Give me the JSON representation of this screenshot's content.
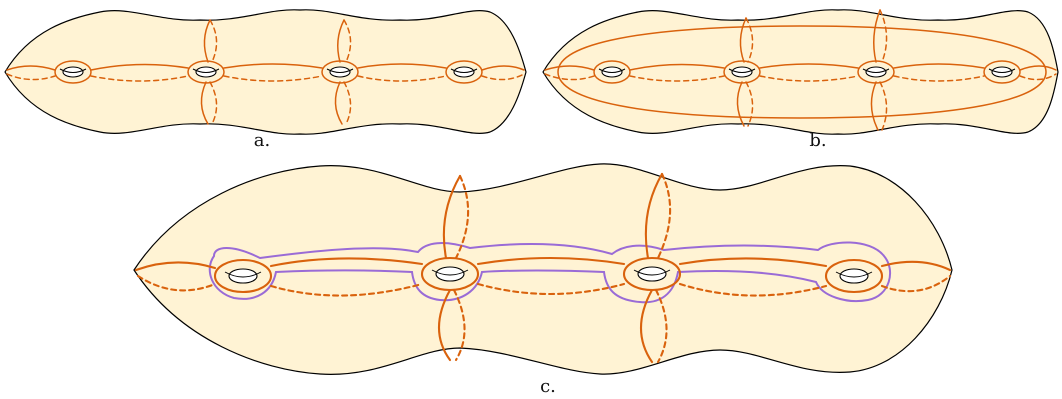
{
  "panels": {
    "a": {
      "label": "a."
    },
    "b": {
      "label": "b."
    },
    "c": {
      "label": "c."
    }
  },
  "colors": {
    "surface_fill": "#fff3d4",
    "outline": "#000000",
    "curve": "#d9620d",
    "curve_boundary": "#9a6bd6"
  }
}
